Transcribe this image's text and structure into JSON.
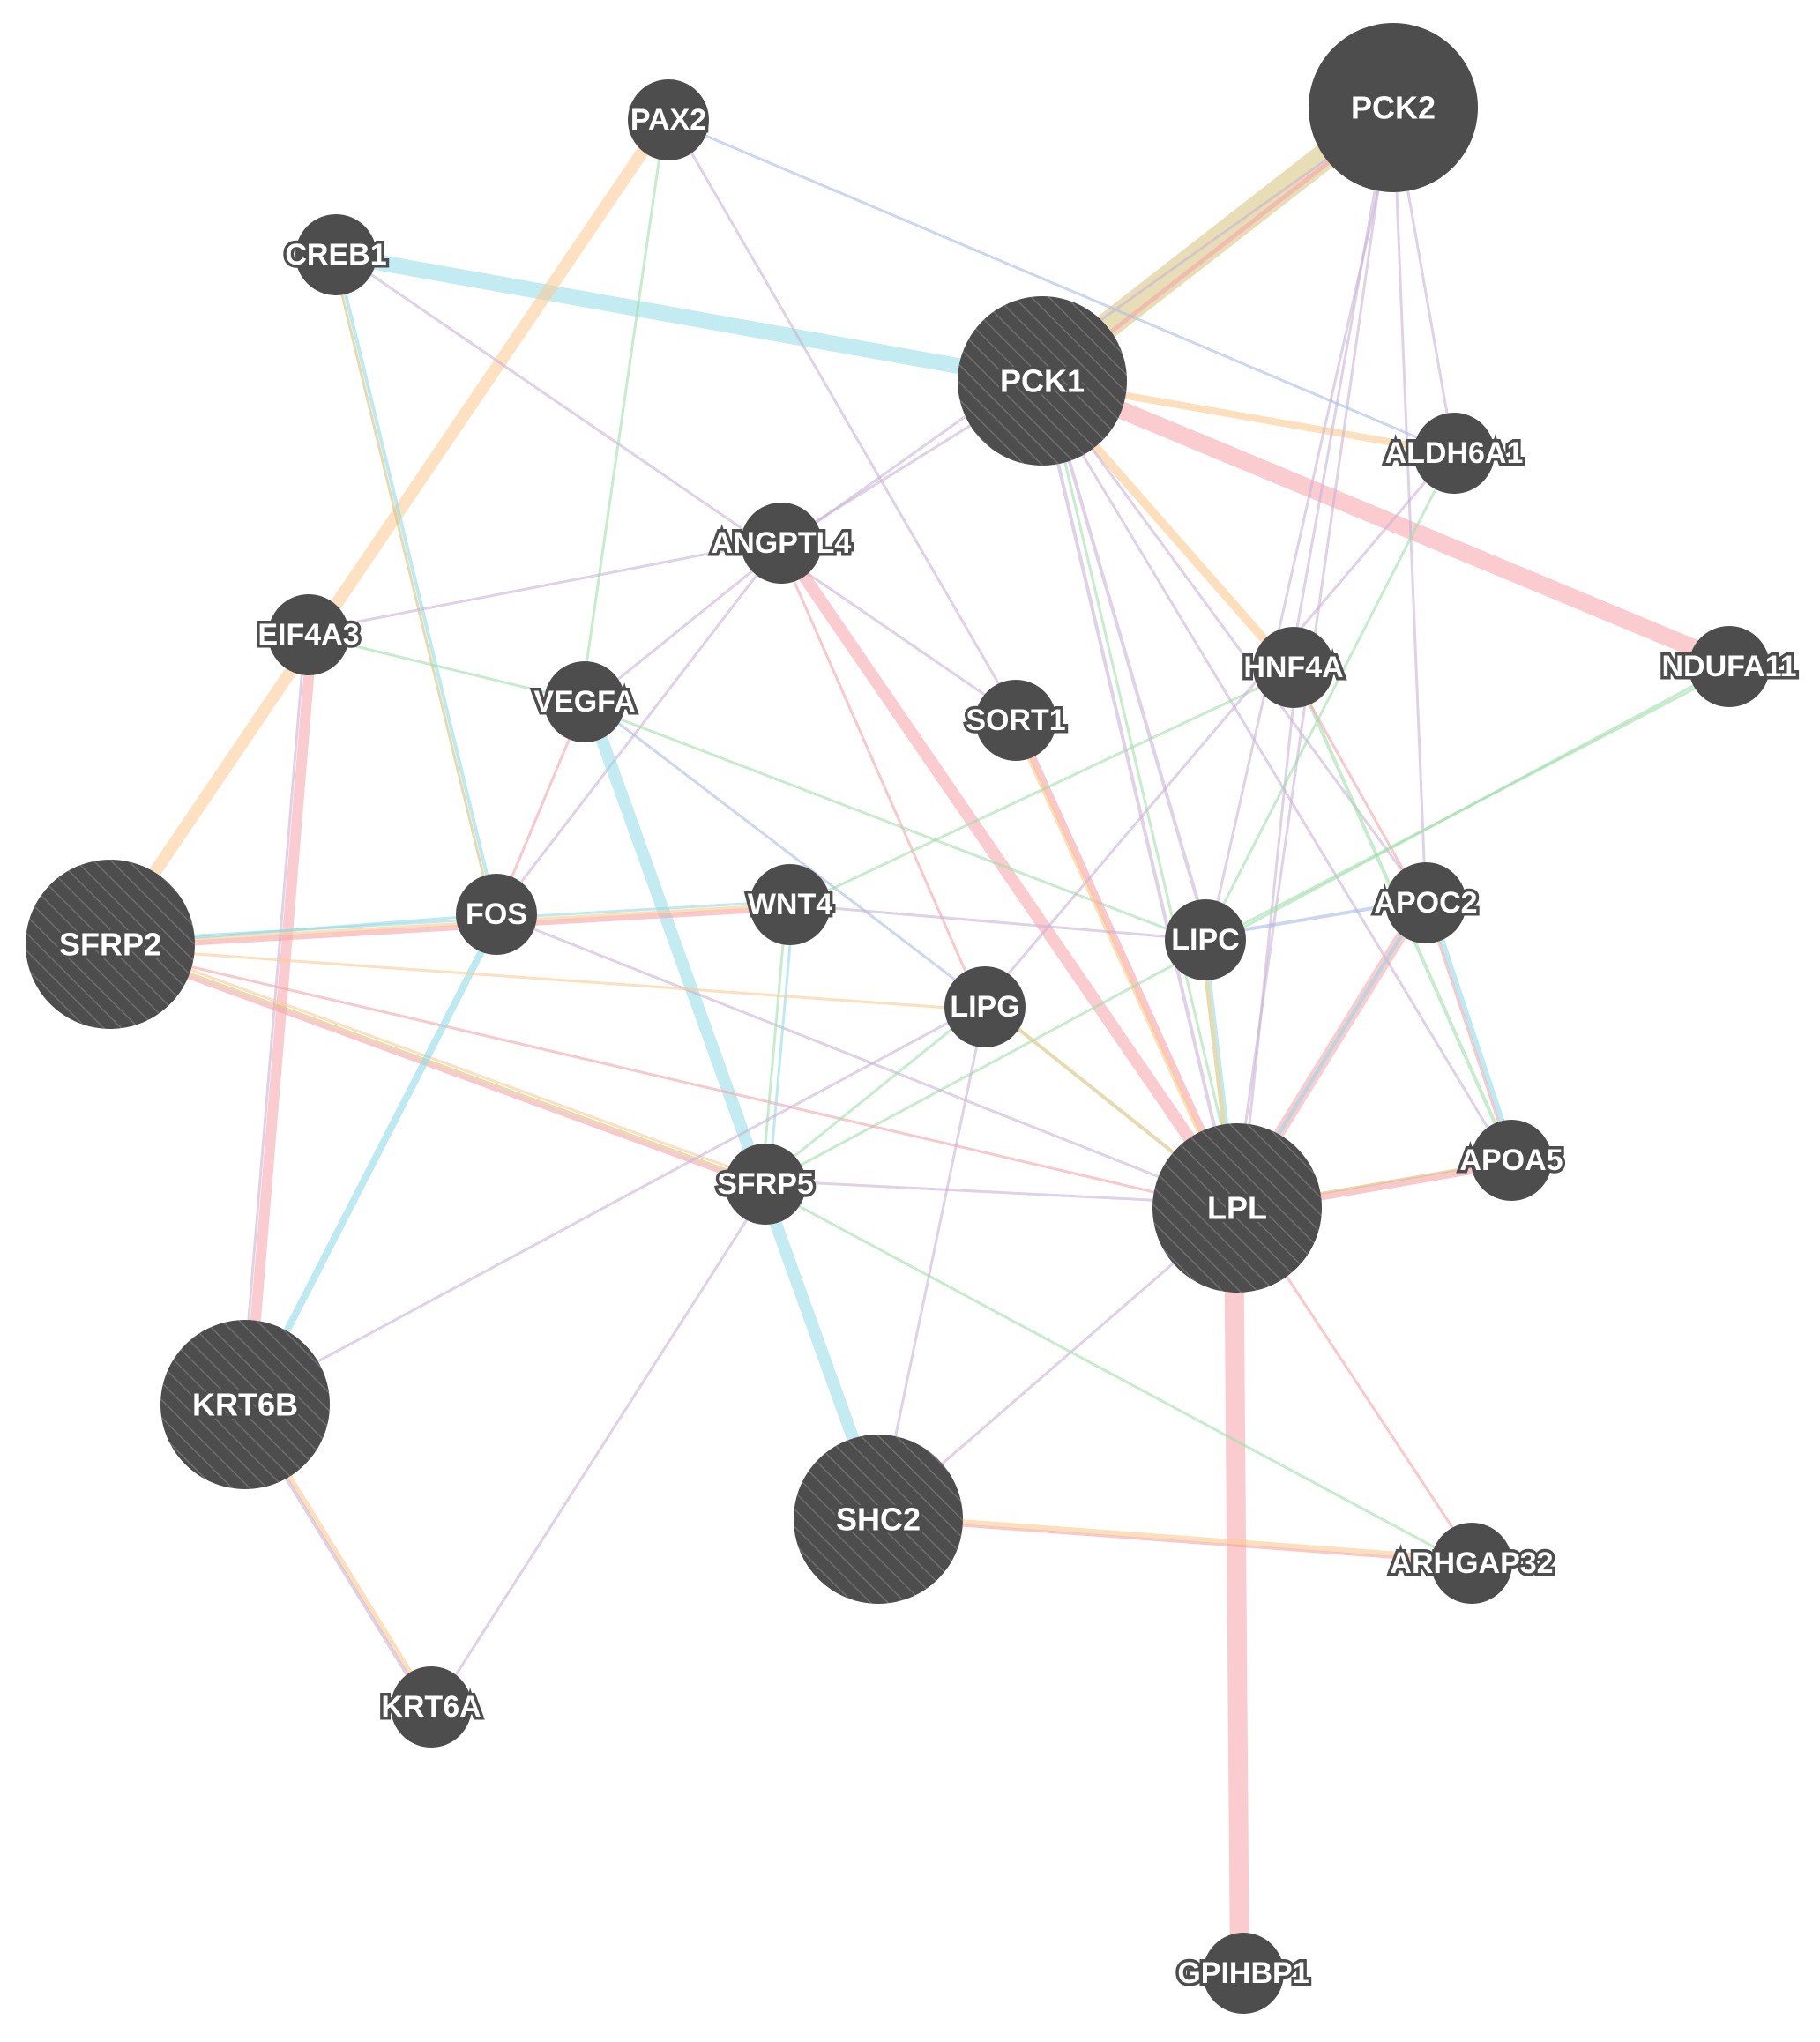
{
  "palette": {
    "node_fill": "#4d4d4d",
    "hatch": "#6e6e6e",
    "physical": "#f7a3a8",
    "coexpression": "#c9b2d6",
    "pathway": "#8fdce6",
    "genetic": "#9fe0a8",
    "predicted": "#fdc98d",
    "shared_domains": "#d6c27a",
    "colocalization": "#a9bde6"
  },
  "nodes": [
    {
      "id": "PCK2",
      "label": "PCK2",
      "size": "large",
      "query": false
    },
    {
      "id": "PAX2",
      "label": "PAX2",
      "size": "small",
      "query": false
    },
    {
      "id": "CREB1",
      "label": "CREB1",
      "size": "small",
      "query": false
    },
    {
      "id": "PCK1",
      "label": "PCK1",
      "size": "large",
      "query": true
    },
    {
      "id": "ALDH6A1",
      "label": "ALDH6A1",
      "size": "small",
      "query": false
    },
    {
      "id": "ANGPTL4",
      "label": "ANGPTL4",
      "size": "small",
      "query": false
    },
    {
      "id": "EIF4A3",
      "label": "EIF4A3",
      "size": "small",
      "query": false
    },
    {
      "id": "VEGFA",
      "label": "VEGFA",
      "size": "small",
      "query": false
    },
    {
      "id": "SORT1",
      "label": "SORT1",
      "size": "small",
      "query": false
    },
    {
      "id": "HNF4A",
      "label": "HNF4A",
      "size": "small",
      "query": false
    },
    {
      "id": "NDUFA11",
      "label": "NDUFA11",
      "size": "small",
      "query": false
    },
    {
      "id": "SFRP2",
      "label": "SFRP2",
      "size": "large",
      "query": true
    },
    {
      "id": "FOS",
      "label": "FOS",
      "size": "small",
      "query": false
    },
    {
      "id": "WNT4",
      "label": "WNT4",
      "size": "small",
      "query": false
    },
    {
      "id": "LIPC",
      "label": "LIPC",
      "size": "small",
      "query": false
    },
    {
      "id": "APOC2",
      "label": "APOC2",
      "size": "small",
      "query": false
    },
    {
      "id": "LIPG",
      "label": "LIPG",
      "size": "small",
      "query": false
    },
    {
      "id": "SFRP5",
      "label": "SFRP5",
      "size": "small",
      "query": false
    },
    {
      "id": "LPL",
      "label": "LPL",
      "size": "large",
      "query": true
    },
    {
      "id": "APOA5",
      "label": "APOA5",
      "size": "small",
      "query": false
    },
    {
      "id": "KRT6B",
      "label": "KRT6B",
      "size": "large",
      "query": true
    },
    {
      "id": "SHC2",
      "label": "SHC2",
      "size": "large",
      "query": true
    },
    {
      "id": "ARHGAP32",
      "label": "ARHGAP32",
      "size": "small",
      "query": false
    },
    {
      "id": "KRT6A",
      "label": "KRT6A",
      "size": "small",
      "query": false
    },
    {
      "id": "GPIHBP1",
      "label": "GPIHBP1",
      "size": "small",
      "query": false
    }
  ],
  "edges": [
    {
      "source": "PCK1",
      "target": "PCK2",
      "type": "shared_domains",
      "weight": 30
    },
    {
      "source": "CREB1",
      "target": "PCK1",
      "type": "pathway",
      "weight": 18
    },
    {
      "source": "PAX2",
      "target": "SFRP2",
      "type": "predicted",
      "weight": 14
    },
    {
      "source": "PCK1",
      "target": "NDUFA11",
      "type": "physical",
      "weight": 20
    },
    {
      "source": "PCK1",
      "target": "ALDH6A1",
      "type": "predicted",
      "weight": 8
    },
    {
      "source": "PCK1",
      "target": "HNF4A",
      "type": "predicted",
      "weight": 10
    },
    {
      "source": "PCK2",
      "target": "PCK1",
      "type": "physical",
      "weight": 5
    },
    {
      "source": "PCK2",
      "target": "ALDH6A1",
      "type": "coexpression",
      "weight": 3
    },
    {
      "source": "PCK2",
      "target": "LPL",
      "type": "coexpression",
      "weight": 3
    },
    {
      "source": "PCK2",
      "target": "LIPC",
      "type": "coexpression",
      "weight": 3
    },
    {
      "source": "PCK2",
      "target": "APOC2",
      "type": "coexpression",
      "weight": 3
    },
    {
      "source": "PCK2",
      "target": "HNF4A",
      "type": "coexpression",
      "weight": 3
    },
    {
      "source": "PCK2",
      "target": "ANGPTL4",
      "type": "coexpression",
      "weight": 3
    },
    {
      "source": "PAX2",
      "target": "ALDH6A1",
      "type": "colocalization",
      "weight": 3
    },
    {
      "source": "PAX2",
      "target": "VEGFA",
      "type": "genetic",
      "weight": 3
    },
    {
      "source": "PAX2",
      "target": "SORT1",
      "type": "coexpression",
      "weight": 3
    },
    {
      "source": "CREB1",
      "target": "FOS",
      "type": "pathway",
      "weight": 4
    },
    {
      "source": "CREB1",
      "target": "FOS",
      "type": "shared_domains",
      "weight": 3
    },
    {
      "source": "CREB1",
      "target": "SORT1",
      "type": "coexpression",
      "weight": 3
    },
    {
      "source": "PCK1",
      "target": "ANGPTL4",
      "type": "coexpression",
      "weight": 3
    },
    {
      "source": "PCK1",
      "target": "LPL",
      "type": "coexpression",
      "weight": 4
    },
    {
      "source": "PCK1",
      "target": "LIPC",
      "type": "coexpression",
      "weight": 4
    },
    {
      "source": "PCK1",
      "target": "APOC2",
      "type": "coexpression",
      "weight": 3
    },
    {
      "source": "PCK1",
      "target": "APOA5",
      "type": "coexpression",
      "weight": 3
    },
    {
      "source": "PCK1",
      "target": "LPL",
      "type": "genetic",
      "weight": 3
    },
    {
      "source": "ANGPTL4",
      "target": "LPL",
      "type": "physical",
      "weight": 14
    },
    {
      "source": "ANGPTL4",
      "target": "EIF4A3",
      "type": "coexpression",
      "weight": 3
    },
    {
      "source": "ANGPTL4",
      "target": "VEGFA",
      "type": "coexpression",
      "weight": 3
    },
    {
      "source": "ANGPTL4",
      "target": "FOS",
      "type": "coexpression",
      "weight": 3
    },
    {
      "source": "ANGPTL4",
      "target": "LIPG",
      "type": "physical",
      "weight": 3
    },
    {
      "source": "EIF4A3",
      "target": "KRT6B",
      "type": "physical",
      "weight": 12
    },
    {
      "source": "EIF4A3",
      "target": "VEGFA",
      "type": "genetic",
      "weight": 3
    },
    {
      "source": "EIF4A3",
      "target": "KRT6B",
      "type": "coexpression",
      "weight": 3
    },
    {
      "source": "VEGFA",
      "target": "SHC2",
      "type": "pathway",
      "weight": 14
    },
    {
      "source": "VEGFA",
      "target": "FOS",
      "type": "physical",
      "weight": 3
    },
    {
      "source": "VEGFA",
      "target": "LIPC",
      "type": "genetic",
      "weight": 3
    },
    {
      "source": "VEGFA",
      "target": "LIPG",
      "type": "colocalization",
      "weight": 3
    },
    {
      "source": "SORT1",
      "target": "LPL",
      "type": "physical",
      "weight": 8
    },
    {
      "source": "SORT1",
      "target": "LPL",
      "type": "predicted",
      "weight": 5
    },
    {
      "source": "HNF4A",
      "target": "LPL",
      "type": "coexpression",
      "weight": 3
    },
    {
      "source": "HNF4A",
      "target": "APOA5",
      "type": "genetic",
      "weight": 4
    },
    {
      "source": "HNF4A",
      "target": "APOC2",
      "type": "physical",
      "weight": 3
    },
    {
      "source": "HNF4A",
      "target": "WNT4",
      "type": "genetic",
      "weight": 3
    },
    {
      "source": "ALDH6A1",
      "target": "LIPC",
      "type": "genetic",
      "weight": 3
    },
    {
      "source": "ALDH6A1",
      "target": "LIPG",
      "type": "coexpression",
      "weight": 3
    },
    {
      "source": "NDUFA11",
      "target": "LIPC",
      "type": "genetic",
      "weight": 3
    },
    {
      "source": "NDUFA11",
      "target": "SFRP5",
      "type": "genetic",
      "weight": 3
    },
    {
      "source": "SFRP2",
      "target": "WNT4",
      "type": "physical",
      "weight": 6
    },
    {
      "source": "SFRP2",
      "target": "WNT4",
      "type": "pathway",
      "weight": 3
    },
    {
      "source": "SFRP2",
      "target": "WNT4",
      "type": "predicted",
      "weight": 4
    },
    {
      "source": "SFRP2",
      "target": "SFRP5",
      "type": "physical",
      "weight": 5
    },
    {
      "source": "SFRP2",
      "target": "SFRP5",
      "type": "predicted",
      "weight": 3
    },
    {
      "source": "SFRP2",
      "target": "SFRP5",
      "type": "shared_domains",
      "weight": 3
    },
    {
      "source": "SFRP2",
      "target": "LPL",
      "type": "physical",
      "weight": 3
    },
    {
      "source": "FOS",
      "target": "KRT6B",
      "type": "pathway",
      "weight": 8
    },
    {
      "source": "FOS",
      "target": "LPL",
      "type": "coexpression",
      "weight": 3
    },
    {
      "source": "WNT4",
      "target": "SFRP5",
      "type": "genetic",
      "weight": 3
    },
    {
      "source": "WNT4",
      "target": "SFRP5",
      "type": "pathway",
      "weight": 3
    },
    {
      "source": "WNT4",
      "target": "LIPC",
      "type": "coexpression",
      "weight": 3
    },
    {
      "source": "LIPG",
      "target": "SFRP5",
      "type": "genetic",
      "weight": 3
    },
    {
      "source": "LIPG",
      "target": "LPL",
      "type": "shared_domains",
      "weight": 4
    },
    {
      "source": "LIPG",
      "target": "SHC2",
      "type": "coexpression",
      "weight": 3
    },
    {
      "source": "LIPC",
      "target": "LPL",
      "type": "shared_domains",
      "weight": 5
    },
    {
      "source": "LIPC",
      "target": "APOC2",
      "type": "colocalization",
      "weight": 4
    },
    {
      "source": "LIPC",
      "target": "LPL",
      "type": "pathway",
      "weight": 3
    },
    {
      "source": "APOC2",
      "target": "LPL",
      "type": "physical",
      "weight": 12
    },
    {
      "source": "APOC2",
      "target": "APOA5",
      "type": "pathway",
      "weight": 6
    },
    {
      "source": "APOC2",
      "target": "APOA5",
      "type": "physical",
      "weight": 3
    },
    {
      "source": "APOC2",
      "target": "LPL",
      "type": "pathway",
      "weight": 4
    },
    {
      "source": "APOA5",
      "target": "LPL",
      "type": "physical",
      "weight": 8
    },
    {
      "source": "APOA5",
      "target": "LPL",
      "type": "shared_domains",
      "weight": 3
    },
    {
      "source": "LPL",
      "target": "GPIHBP1",
      "type": "physical",
      "weight": 22
    },
    {
      "source": "LPL",
      "target": "ARHGAP32",
      "type": "physical",
      "weight": 3
    },
    {
      "source": "LPL",
      "target": "SHC2",
      "type": "coexpression",
      "weight": 3
    },
    {
      "source": "LPL",
      "target": "SFRP5",
      "type": "coexpression",
      "weight": 3
    },
    {
      "source": "SHC2",
      "target": "ARHGAP32",
      "type": "predicted",
      "weight": 6
    },
    {
      "source": "SHC2",
      "target": "ARHGAP32",
      "type": "physical",
      "weight": 3
    },
    {
      "source": "SFRP5",
      "target": "ARHGAP32",
      "type": "genetic",
      "weight": 3
    },
    {
      "source": "SFRP5",
      "target": "KRT6A",
      "type": "coexpression",
      "weight": 3
    },
    {
      "source": "KRT6B",
      "target": "KRT6A",
      "type": "predicted",
      "weight": 6
    },
    {
      "source": "KRT6B",
      "target": "KRT6A",
      "type": "coexpression",
      "weight": 4
    },
    {
      "source": "KRT6B",
      "target": "LIPG",
      "type": "coexpression",
      "weight": 3
    },
    {
      "source": "SFRP2",
      "target": "FOS",
      "type": "pathway",
      "weight": 3
    },
    {
      "source": "SFRP2",
      "target": "LIPG",
      "type": "predicted",
      "weight": 3
    }
  ]
}
